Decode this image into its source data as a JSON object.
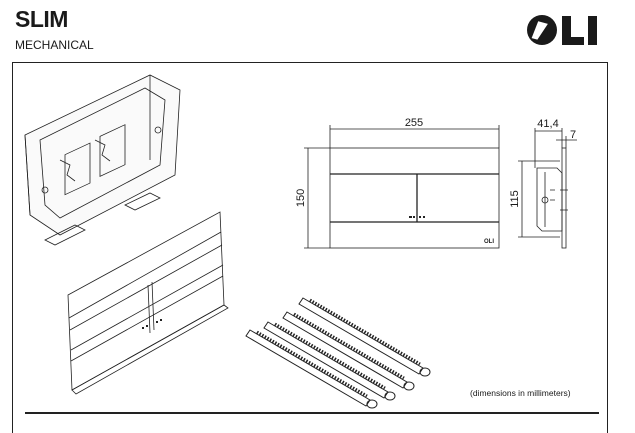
{
  "header": {
    "title": "SLIM",
    "subtitle": "MECHANICAL",
    "logo_text": "OLI"
  },
  "drawing": {
    "dim_width": "255",
    "dim_height": "150",
    "dim_depth": "41,4",
    "dim_plate": "7",
    "dim_frame_height": "115",
    "plate_logo": "OLI"
  },
  "footer": {
    "note": "(dimensions in millimeters)"
  }
}
